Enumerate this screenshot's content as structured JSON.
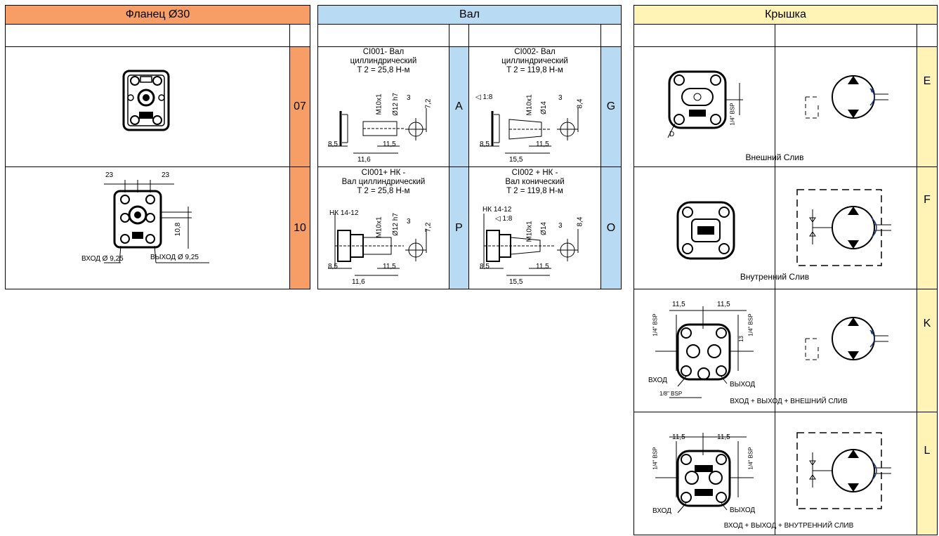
{
  "flange": {
    "title": "Фланец Ø30",
    "rows": [
      {
        "code": "07"
      },
      {
        "code": "10",
        "dim_left": "23",
        "dim_right": "23",
        "dim_v": "10,8",
        "inlet": "ВХОД Ø 9,25",
        "outlet": "ВЫХОД Ø 9,25"
      }
    ]
  },
  "shaft": {
    "title": "Вал",
    "cells": [
      {
        "code": "A",
        "name": "CI001- Вал",
        "desc": "циллиндрический",
        "torque": "T 2 = 25,8 Н-м",
        "t1": "M10x1",
        "t2": "Ø12 h7",
        "t3": "3",
        "t4": "7,2",
        "d1": "8,5",
        "d2": "11,6",
        "d3": "11,5"
      },
      {
        "code": "G",
        "name": "CI002- Вал",
        "desc": "циллиндрический",
        "torque": "T 2 = 119,8 Н-м",
        "t0": "◁ 1:8",
        "t1": "M10x1",
        "t2": "Ø14",
        "t3": "3",
        "t4": "8,4",
        "d1": "8,5",
        "d2": "15,5",
        "d3": "11,5"
      },
      {
        "code": "P",
        "name": "CI001+ НК -",
        "desc": "Вал циллиндрический",
        "torque": "T 2 = 25,8 Н-м",
        "t0": "НК 14-12",
        "t1": "M10x1",
        "t2": "Ø12 h7",
        "t3": "3",
        "t4": "7,2",
        "d1": "8,5",
        "d2": "11,6",
        "d3": "11,5"
      },
      {
        "code": "O",
        "name": "CI002 + НК -",
        "desc": "Вал конический",
        "torque": "T 2 = 119,8 Н-м",
        "t0": "НК 14-12",
        "t5": "◁ 1:8",
        "t1": "M10x1",
        "t2": "Ø14",
        "t3": "3",
        "t4": "8,4",
        "d1": "8,5",
        "d2": "15,5",
        "d3": "11,5"
      }
    ]
  },
  "cover": {
    "title": "Крышка",
    "rows": [
      {
        "code": "E",
        "caption": "Внешний Слив",
        "port": "1/4\" BSP",
        "mark": "D"
      },
      {
        "code": "F",
        "caption": "Внутренний Слив"
      },
      {
        "code": "K",
        "caption": "ВХОД + ВЫХОД + ВНЕШНИЙ СЛИВ",
        "d_left": "11,5",
        "d_right": "11,5",
        "port_l": "1/4\" BSP",
        "port_r": "1/4\" BSP",
        "dim_v": "13",
        "inlet": "ВХОД",
        "outlet": "ВЫХОД",
        "drain": "1/8\" BSP"
      },
      {
        "code": "L",
        "caption": "ВХОД + ВЫХОД + ВНУТРЕННИЙ СЛИВ",
        "d_left": "11,5",
        "d_right": "11,5",
        "port_l": "1/4\" BSP",
        "port_r": "1/4\" BSP",
        "inlet": "ВХОД",
        "outlet": "ВЫХОД"
      }
    ]
  },
  "colors": {
    "orange": "#f79e67",
    "blue": "#b8daf3",
    "yellow": "#fff4b6"
  }
}
